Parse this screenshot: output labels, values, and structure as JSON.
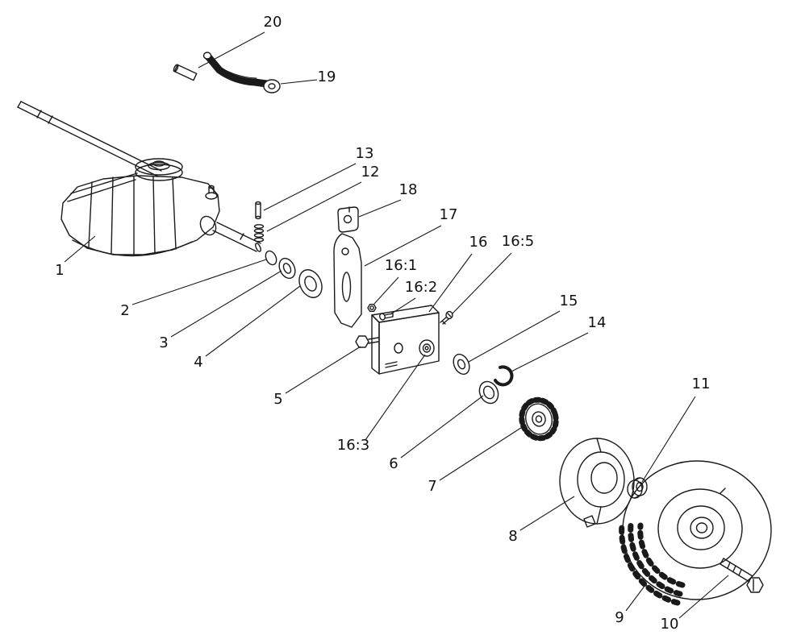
{
  "page": {
    "type": "exploded-parts-diagram",
    "description": "Gear case and rear wheel exploded assembly line-art diagram",
    "colors": {
      "background": "#ffffff",
      "line": "#1a1a1a",
      "label": "#111111"
    }
  },
  "diagram": {
    "labels": {
      "n1": "1",
      "n2": "2",
      "n3": "3",
      "n4": "4",
      "n5": "5",
      "n6": "6",
      "n7": "7",
      "n8": "8",
      "n9": "9",
      "n10": "10",
      "n11": "11",
      "n12": "12",
      "n13": "13",
      "n14": "14",
      "n15": "15",
      "n16": "16",
      "n16_1": "16:1",
      "n16_2": "16:2",
      "n16_3": "16:3",
      "n16_5": "16:5",
      "n17": "17",
      "n18": "18",
      "n19": "19",
      "n20": "20"
    }
  }
}
